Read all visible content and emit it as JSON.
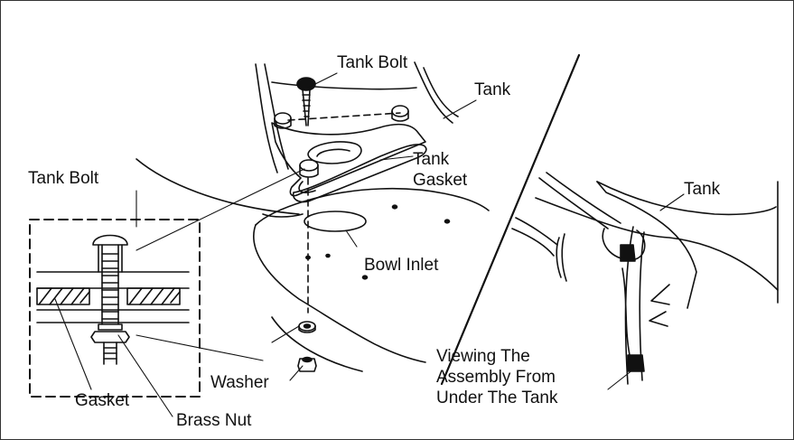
{
  "labels": {
    "tank_bolt_top": "Tank Bolt",
    "tank_top": "Tank",
    "tank_gasket": "Tank\nGasket",
    "tank_bolt_left": "Tank Bolt",
    "bowl_inlet": "Bowl Inlet",
    "washer": "Washer",
    "gasket": "Gasket",
    "brass_nut": "Brass Nut",
    "tank_right": "Tank",
    "view_caption": "Viewing The\nAssembly From\nUnder The Tank"
  }
}
